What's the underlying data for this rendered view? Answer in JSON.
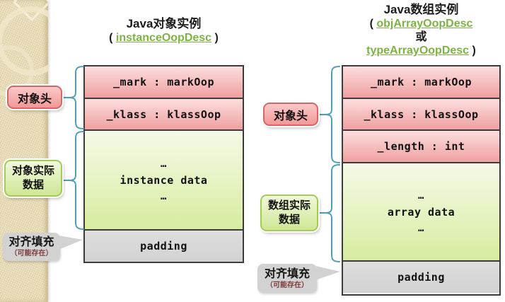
{
  "colors": {
    "link_green": "#7cb342",
    "brace_teal": "#4d9fb3",
    "pink_row_top": "#fcdede",
    "pink_row_bottom": "#efa0a0",
    "green_row_top": "#f5fae8",
    "green_row_bottom": "#d7ec9f",
    "gray_padding": "#d2d2d2",
    "strip_tan": "#e7dbb5",
    "header_label_border": "#d96666",
    "data_label_border": "#a2cc52"
  },
  "left": {
    "title": "Java对象实例",
    "paren_open": "(",
    "link": "instanceOopDesc",
    "paren_close": ")",
    "rows": {
      "mark": "_mark : markOop",
      "klass": "_klass : klassOop",
      "ellipsis1": "…",
      "data": "instance data",
      "ellipsis2": "…",
      "padding": "padding"
    },
    "labels": {
      "header": "对象头",
      "data1": "对象实际",
      "data2": "数据",
      "pad1": "对齐填充",
      "pad2": "（可能存在）"
    }
  },
  "right": {
    "title": "Java数组实例",
    "paren_open": "(",
    "link1": "objArrayOopDesc",
    "or": "或",
    "link2": "typeArrayOopDesc",
    "paren_close": ")",
    "rows": {
      "mark": "_mark : markOop",
      "klass": "_klass : klassOop",
      "length": "_length : int",
      "ellipsis1": "…",
      "data": "array data",
      "ellipsis2": "…",
      "padding": "padding"
    },
    "labels": {
      "header": "对象头",
      "data1": "数组实际",
      "data2": "数据",
      "pad1": "对齐填充",
      "pad2": "（可能存在）"
    }
  }
}
